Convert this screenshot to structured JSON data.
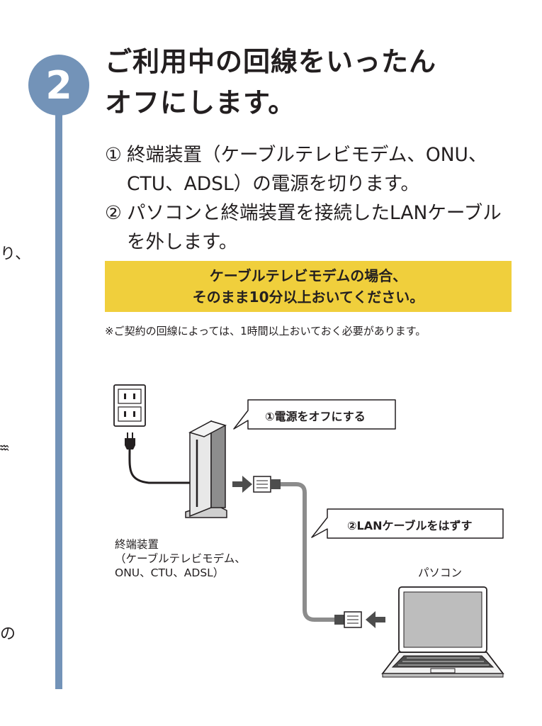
{
  "step": {
    "number": "2",
    "title_lines": [
      "ご利用中の回線をいったん",
      "オフにします。"
    ]
  },
  "instructions": [
    {
      "num": "①",
      "lines": [
        "終端装置（ケーブルテレビモデム、ONU、",
        "CTU、ADSL）の電源を切ります。"
      ]
    },
    {
      "num": "②",
      "lines": [
        "パソコンと終端装置を接続したLANケーブル",
        "を外します。"
      ]
    }
  ],
  "notice_lines": [
    "ケーブルテレビモデムの場合、",
    "そのまま10分以上おいてください。"
  ],
  "footnote": "※ご契約の回線によっては、1時間以上おいておく必要があります。",
  "diagram": {
    "callout_power": "①電源をオフにする",
    "callout_lan": "②LANケーブルをはずす",
    "terminal_label_lines": [
      "終端装置",
      "（ケーブルテレビモデム、",
      "ONU、CTU、ADSL）"
    ],
    "pc_label": "パソコン"
  },
  "edge_glyphs": [
    "り、",
    "の"
  ],
  "colors": {
    "accent_blue": "#7393b8",
    "notice_yellow": "#f0cf3c"
  }
}
